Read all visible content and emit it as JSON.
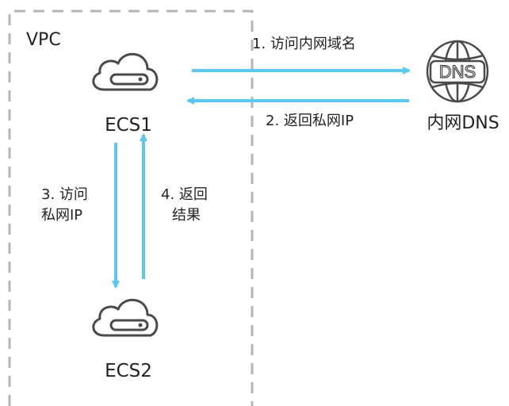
{
  "vpc": {
    "label": "VPC"
  },
  "nodes": {
    "ecs1": {
      "label": "ECS1",
      "icon": "cloud-server-icon"
    },
    "ecs2": {
      "label": "ECS2",
      "icon": "cloud-server-icon"
    },
    "dns": {
      "label": "内网DNS",
      "icon": "dns-globe-icon",
      "icon_text": "DNS"
    }
  },
  "steps": {
    "s1": {
      "text": "1. 访问内网域名"
    },
    "s2": {
      "text": "2. 返回私网IP"
    },
    "s3": {
      "line1": "3. 访问",
      "line2": "私网IP"
    },
    "s4": {
      "line1": "4. 返回",
      "line2": "结果"
    }
  },
  "colors": {
    "arrow": "#5cc8f2",
    "border_dash": "#b5b5b5",
    "icon_stroke": "#4a4a4a",
    "text": "#222222"
  }
}
